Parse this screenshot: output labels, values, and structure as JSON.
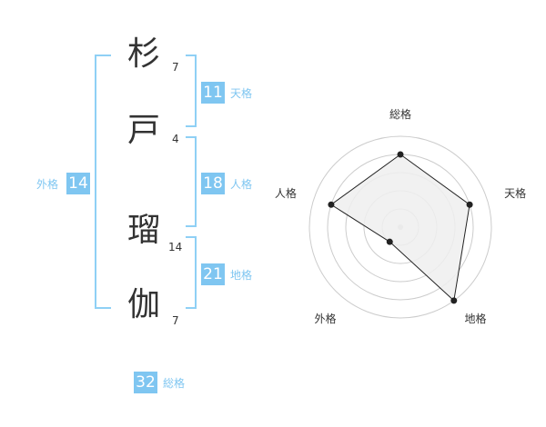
{
  "name": {
    "chars": [
      {
        "char": "杉",
        "strokes": "7"
      },
      {
        "char": "戸",
        "strokes": "4"
      },
      {
        "char": "瑠",
        "strokes": "14"
      },
      {
        "char": "伽",
        "strokes": "7"
      }
    ]
  },
  "scores": {
    "tenkaku": {
      "label": "天格",
      "value": "11"
    },
    "jinkaku": {
      "label": "人格",
      "value": "18"
    },
    "chikaku": {
      "label": "地格",
      "value": "21"
    },
    "gaikaku": {
      "label": "外格",
      "value": "14"
    },
    "soukaku": {
      "label": "総格",
      "value": "32"
    }
  },
  "chart_data": {
    "type": "radar",
    "axes": [
      "総格",
      "天格",
      "地格",
      "外格",
      "人格"
    ],
    "values": [
      4,
      4,
      5,
      1,
      4
    ],
    "max": 5,
    "rings": 5,
    "colors": {
      "fill": "#eeeeee",
      "line": "#222222",
      "grid": "#cccccc",
      "center": "#cccccc"
    }
  }
}
